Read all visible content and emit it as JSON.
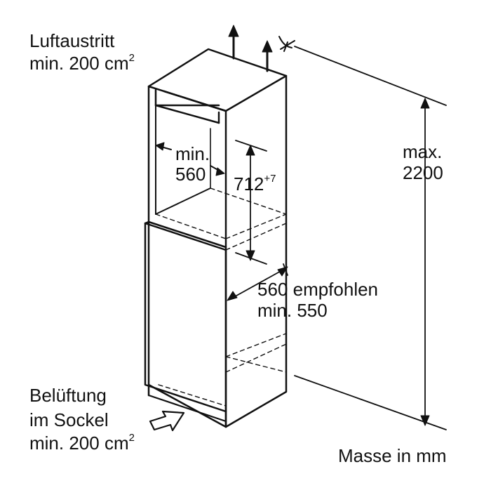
{
  "labels": {
    "air_outlet": {
      "title": "Luftaustritt",
      "value": "min. 200 cm",
      "exp": "2"
    },
    "niche_width": {
      "line1": "min.",
      "line2": "560"
    },
    "niche_height": {
      "value": "712",
      "exp": "+7"
    },
    "total_height": {
      "line1": "max.",
      "line2": "2200"
    },
    "depth": {
      "line1": "560 empfohlen",
      "line2": "min. 550"
    },
    "base_vent": {
      "line1": "Belüftung",
      "line2": "im Sockel",
      "value": "min. 200 cm",
      "exp": "2"
    },
    "units": "Masse in mm"
  },
  "colors": {
    "ink": "#111111",
    "background": "#ffffff"
  }
}
